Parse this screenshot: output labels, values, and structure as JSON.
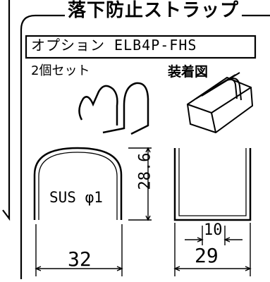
{
  "title": "落下防止ストラップ",
  "option_code": "オプション ELB4P-FHS",
  "quantity_note": "2個セット",
  "installation_label": "装着図",
  "material": "SUS φ1",
  "dimensions": {
    "height": "28.6",
    "width_outer": "32",
    "inner_gap": "10",
    "width_side": "29"
  }
}
